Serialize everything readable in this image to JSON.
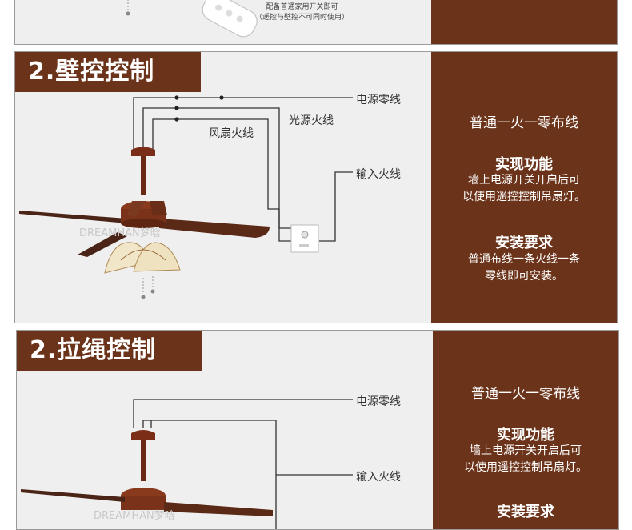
{
  "top_panel": {
    "note_line1": "配备普通家用开关即可",
    "note_line2": "（遥控与壁控不可同时使用）"
  },
  "wall_panel": {
    "title": "2.壁控控制",
    "wires": {
      "neutral": "电源零线",
      "light_live": "光源火线",
      "fan_live": "风扇火线",
      "input_live": "输入火线"
    },
    "watermark": "DREAMHAN梦晗",
    "side": {
      "wiring": "普通一火一零布线",
      "function_title": "实现功能",
      "function_line1": "墙上电源开关开启后可",
      "function_line2": "以使用遥控控制吊扇灯。",
      "install_title": "安装要求",
      "install_line1": "普通布线一条火线一条",
      "install_line2": "零线即可安装。"
    }
  },
  "pull_panel": {
    "title": "2.拉绳控制",
    "wires": {
      "neutral": "电源零线",
      "input_live": "输入火线"
    },
    "watermark": "DREAMHAN梦晗",
    "side": {
      "wiring": "普通一火一零布线",
      "function_title": "实现功能",
      "function_line1": "墙上电源开关开启后可",
      "function_line2": "以使用遥控控制吊扇灯。",
      "install_title": "安装要求"
    }
  },
  "colors": {
    "brown": "#6b3319",
    "panel_bg": "#efefef",
    "wire": "#333333"
  }
}
